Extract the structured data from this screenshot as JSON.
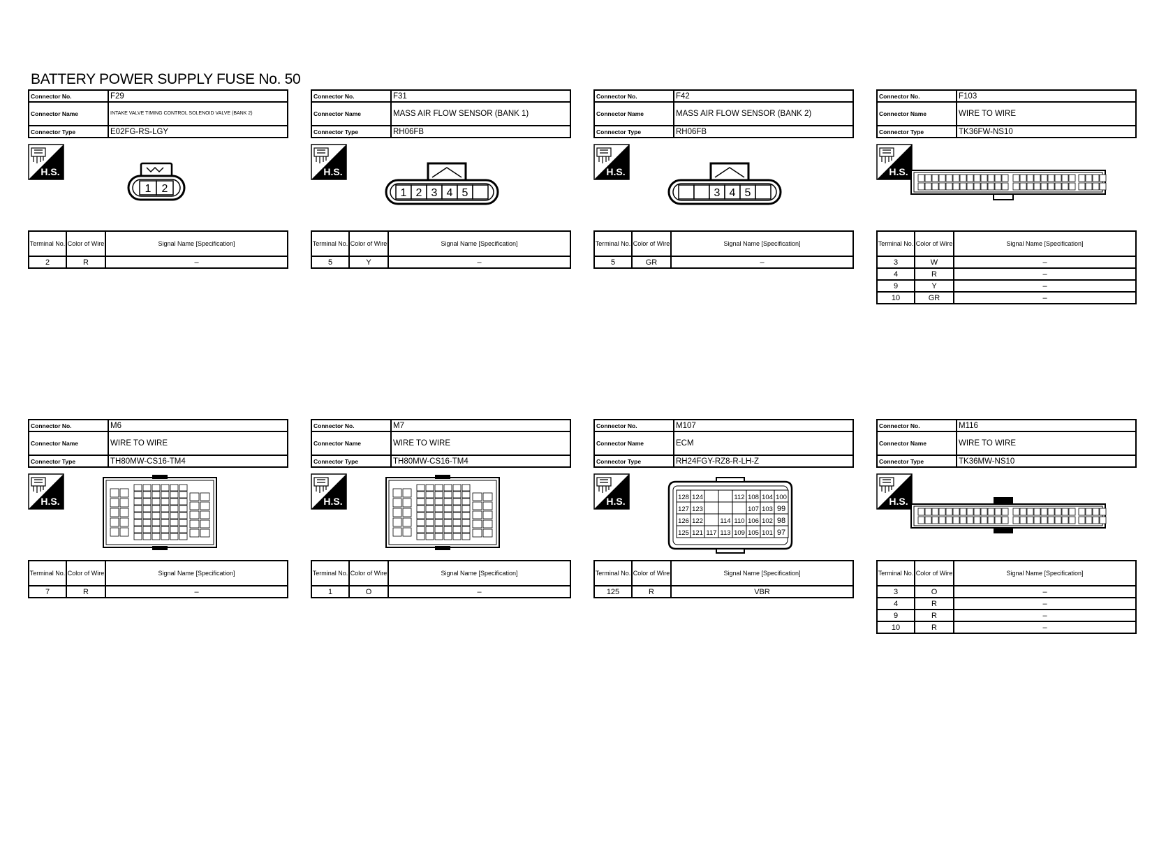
{
  "page": {
    "title": "BATTERY POWER SUPPLY FUSE No. 50"
  },
  "labels": {
    "connector_no": "Connector No.",
    "connector_name": "Connector Name",
    "connector_type": "Connector Type",
    "terminal_no": "Terminal No.",
    "color_of_wire": "Color of Wire",
    "signal_name": "Signal Name [Specification]",
    "hs": "H.S."
  },
  "connectors": [
    {
      "no": "F29",
      "name": "INTAKE VALVE TIMING CONTROL SOLENOID VALVE (BANK 2)",
      "type": "E02FG-RS-LGY",
      "pins": [
        "1",
        "2"
      ],
      "terminals": [
        {
          "no": "2",
          "color": "R",
          "signal": "–"
        }
      ]
    },
    {
      "no": "F31",
      "name": "MASS AIR FLOW SENSOR (BANK 1)",
      "type": "RH06FB",
      "pins": [
        "1",
        "2",
        "3",
        "4",
        "5",
        ""
      ],
      "terminals": [
        {
          "no": "5",
          "color": "Y",
          "signal": "–"
        }
      ]
    },
    {
      "no": "F42",
      "name": "MASS AIR FLOW SENSOR (BANK 2)",
      "type": "RH06FB",
      "pins": [
        "",
        "",
        "3",
        "4",
        "5",
        ""
      ],
      "terminals": [
        {
          "no": "5",
          "color": "GR",
          "signal": "–"
        }
      ]
    },
    {
      "no": "F103",
      "name": "WIRE TO WIRE",
      "type": "TK36FW-NS10",
      "terminals": [
        {
          "no": "3",
          "color": "W",
          "signal": "–"
        },
        {
          "no": "4",
          "color": "R",
          "signal": "–"
        },
        {
          "no": "9",
          "color": "Y",
          "signal": "–"
        },
        {
          "no": "10",
          "color": "GR",
          "signal": "–"
        }
      ]
    },
    {
      "no": "M6",
      "name": "WIRE TO WIRE",
      "type": "TH80MW-CS16-TM4",
      "terminals": [
        {
          "no": "7",
          "color": "R",
          "signal": "–"
        }
      ]
    },
    {
      "no": "M7",
      "name": "WIRE TO WIRE",
      "type": "TH80MW-CS16-TM4",
      "terminals": [
        {
          "no": "1",
          "color": "O",
          "signal": "–"
        }
      ]
    },
    {
      "no": "M107",
      "name": "ECM",
      "type": "RH24FGY-RZ8-R-LH-Z",
      "grid": [
        [
          "128",
          "124",
          "",
          "",
          "112",
          "108",
          "104",
          "100"
        ],
        [
          "127",
          "123",
          "",
          "",
          "",
          "107",
          "103",
          "99"
        ],
        [
          "126",
          "122",
          "",
          "114",
          "110",
          "106",
          "102",
          "98"
        ],
        [
          "125",
          "121",
          "117",
          "113",
          "109",
          "105",
          "101",
          "97"
        ]
      ],
      "terminals": [
        {
          "no": "125",
          "color": "R",
          "signal": "VBR"
        }
      ]
    },
    {
      "no": "M116",
      "name": "WIRE TO WIRE",
      "type": "TK36MW-NS10",
      "terminals": [
        {
          "no": "3",
          "color": "O",
          "signal": "–"
        },
        {
          "no": "4",
          "color": "R",
          "signal": "–"
        },
        {
          "no": "9",
          "color": "R",
          "signal": "–"
        },
        {
          "no": "10",
          "color": "R",
          "signal": "–"
        }
      ]
    }
  ]
}
